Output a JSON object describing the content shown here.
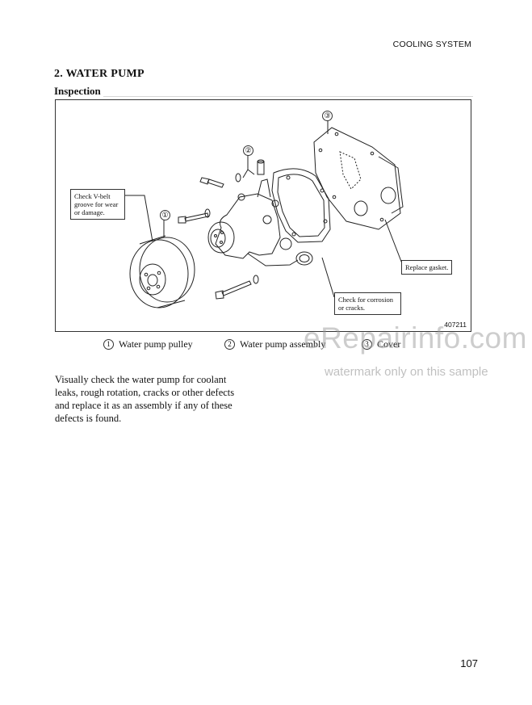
{
  "header": {
    "section": "COOLING SYSTEM"
  },
  "title": "2.  WATER PUMP",
  "subheading": "Inspection",
  "figure": {
    "callouts": {
      "vbelt": "Check V-belt\ngroove for wear\nor damage.",
      "gasket": "Replace gasket.",
      "corrosion": "Check for corrosion\nor cracks."
    },
    "part_markers": [
      "①",
      "②",
      "③"
    ],
    "figure_number": "407211"
  },
  "legend": [
    {
      "num": "1",
      "label": "Water pump pulley"
    },
    {
      "num": "2",
      "label": "Water pump assembly"
    },
    {
      "num": "3",
      "label": "Cover"
    }
  ],
  "body_text": "Visually check the water pump for coolant\nleaks, rough rotation, cracks or other defects\nand replace it as an assembly if any of these\ndefects is found.",
  "page_number": "107",
  "watermark": {
    "main": "eRepairinfo.com",
    "sub": "watermark only on this sample"
  }
}
